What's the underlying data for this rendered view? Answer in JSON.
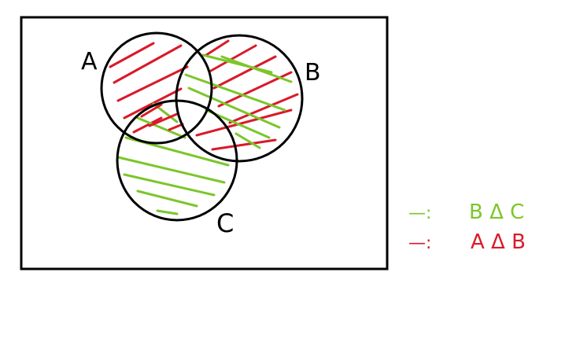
{
  "diagram": {
    "sets": [
      {
        "id": "A",
        "label": "A"
      },
      {
        "id": "B",
        "label": "B"
      },
      {
        "id": "C",
        "label": "C"
      }
    ]
  },
  "legend": {
    "items": [
      {
        "marker": "—:",
        "expression": "B Δ C",
        "color": "#7cc62a"
      },
      {
        "marker": "—:",
        "expression": "A Δ B",
        "color": "#d91a2a"
      }
    ]
  },
  "colors": {
    "outline": "#000000",
    "green_hatch": "#7cc62a",
    "red_hatch": "#d91a2a",
    "background": "#ffffff"
  }
}
